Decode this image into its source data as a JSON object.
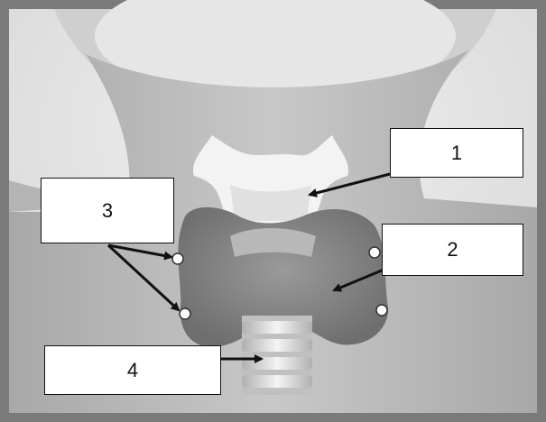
{
  "labels": [
    {
      "id": "1",
      "text": "1"
    },
    {
      "id": "2",
      "text": "2"
    },
    {
      "id": "3",
      "text": "3"
    },
    {
      "id": "4",
      "text": "4"
    }
  ],
  "colors": {
    "frame": "#7a7a7a",
    "background": "#e4e4e4",
    "neck": "#bdbdbd",
    "thyroid": "#8c8c8c",
    "larynx": "#f2f2f2",
    "trachea": "#d6d6d6",
    "arrow": "#111111"
  }
}
